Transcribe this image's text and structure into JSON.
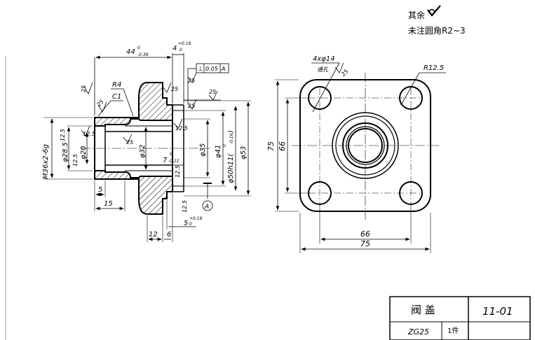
{
  "notes": {
    "rest_label": "其余",
    "fillet_note": "未注圆角R2~3"
  },
  "left_view": {
    "len_44": "44",
    "len_44_tol_upper": "0",
    "len_44_tol_lower": "-0.39",
    "len_4": "4",
    "len_4_tol_upper": "+0.18",
    "len_4_tol_lower": "0",
    "perp_symbol": "⊥",
    "perp_tol": "0.05",
    "perp_datum": "A",
    "r4": "R4",
    "c1": "C1",
    "ra_25_a": "25",
    "ra_25_b": "25",
    "ra_25_c": "25",
    "ra_25_d": "25",
    "ra_25_e": "25",
    "ra_25_f": "25",
    "ra_25_g": "25",
    "ra_125_a": "12.5",
    "ra_125_b": "12.5",
    "ra_125_c": "12.5",
    "ra_125_d": "12.5",
    "ra_125_e": "12.5",
    "ra_125_f": "12.5",
    "thread": "M36x2-6g",
    "d285": "φ28.5",
    "d20": "φ20",
    "d32": "φ32",
    "d35": "φ35",
    "d41": "φ41",
    "d50": "φ50h11(",
    "d50_tol_upper": "0",
    "d50_tol_lower": "-0.16",
    "d50_close": ")",
    "d53": "φ53",
    "len_7": "7",
    "len_7_tol_upper": "0",
    "len_7_tol_lower": "-0.22",
    "len_5": "5",
    "len_15": "15",
    "len_12": "12",
    "len_6": "6",
    "len_5b": "5",
    "len_5b_tol_upper": "+0.18",
    "len_5b_tol_lower": "0",
    "datum_a": "A"
  },
  "right_view": {
    "holes": "4xφ14",
    "through": "通孔",
    "ra_25": "25",
    "r125": "R12.5",
    "h75": "75",
    "h66": "66",
    "w66": "66",
    "w75": "75"
  },
  "title_block": {
    "part_name": "阀  盖",
    "drawing_no": "11-01",
    "material": "ZG25",
    "qty": "1件"
  }
}
